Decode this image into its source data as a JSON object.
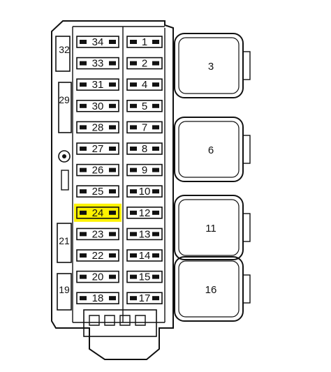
{
  "highlight_color": "#fff200",
  "left_column": [
    {
      "label": "34"
    },
    {
      "label": "33"
    },
    {
      "label": "31"
    },
    {
      "label": "30"
    },
    {
      "label": "28"
    },
    {
      "label": "27"
    },
    {
      "label": "26"
    },
    {
      "label": "25"
    },
    {
      "label": "24",
      "highlighted": true
    },
    {
      "label": "23"
    },
    {
      "label": "22"
    },
    {
      "label": "20"
    },
    {
      "label": "18"
    }
  ],
  "right_column": [
    {
      "label": "1"
    },
    {
      "label": "2"
    },
    {
      "label": "4"
    },
    {
      "label": "5"
    },
    {
      "label": "7"
    },
    {
      "label": "8"
    },
    {
      "label": "9"
    },
    {
      "label": "10"
    },
    {
      "label": "12"
    },
    {
      "label": "13"
    },
    {
      "label": "14"
    },
    {
      "label": "15"
    },
    {
      "label": "17"
    }
  ],
  "relays": [
    {
      "label": "3"
    },
    {
      "label": "6"
    },
    {
      "label": "11"
    },
    {
      "label": "16"
    }
  ],
  "side_labels": [
    {
      "label": "32"
    },
    {
      "label": "29"
    },
    {
      "label": "21"
    },
    {
      "label": "19"
    }
  ]
}
